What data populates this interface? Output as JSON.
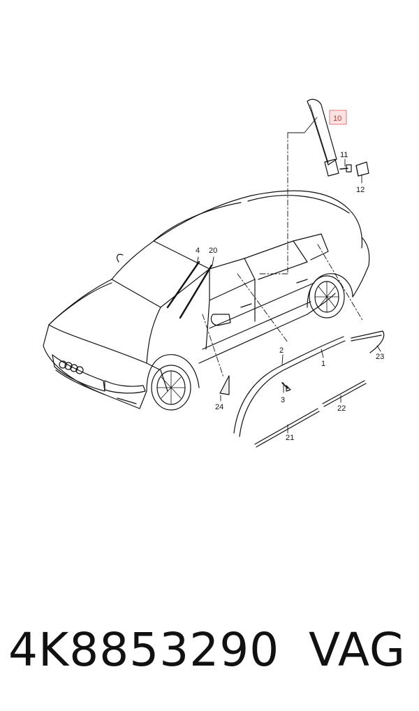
{
  "diagram": {
    "callouts": {
      "c10": "10",
      "c11": "11",
      "c12": "12",
      "c4": "4",
      "c20": "20",
      "c2": "2",
      "c1": "1",
      "c3": "3",
      "c23": "23",
      "c22": "22",
      "c21": "21",
      "c24": "24"
    },
    "highlighted_callout": "10",
    "highlight_color": "#e07a7a"
  },
  "footer": {
    "part_number": "4K8853290",
    "brand": "VAG"
  }
}
